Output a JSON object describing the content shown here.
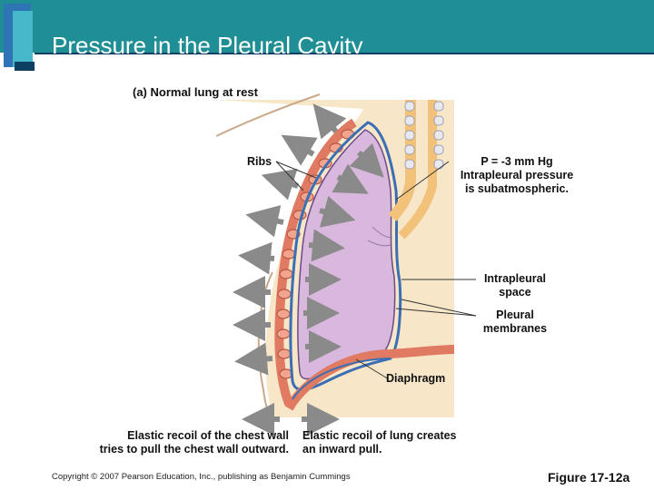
{
  "slide": {
    "title": "Pressure in the Pleural Cavity",
    "figure_heading": "(a) Normal lung at rest",
    "copyright": "Copyright © 2007 Pearson Education, Inc., publishing as Benjamin Cummings",
    "figure_number": "Figure 17-12a"
  },
  "labels": {
    "ribs": "Ribs",
    "pressure_line1": "P = -3 mm Hg",
    "pressure_line2": "Intrapleural pressure",
    "pressure_line3": "is subatmospheric.",
    "intrapleural_line1": "Intrapleural",
    "intrapleural_line2": "space",
    "pleural_line1": "Pleural",
    "pleural_line2": "membranes",
    "diaphragm": "Diaphragm",
    "chest_recoil_line1": "Elastic recoil of the chest wall",
    "chest_recoil_line2": "tries to pull the chest wall outward.",
    "lung_recoil_line1": "Elastic recoil of lung creates",
    "lung_recoil_line2": "an inward pull."
  },
  "colors": {
    "title_bar": "#1f8f95",
    "lung": "#d9b8dd",
    "tissue": "#f7e7c8",
    "rib": "#e9856e",
    "arrow": "#8a8a8a"
  }
}
